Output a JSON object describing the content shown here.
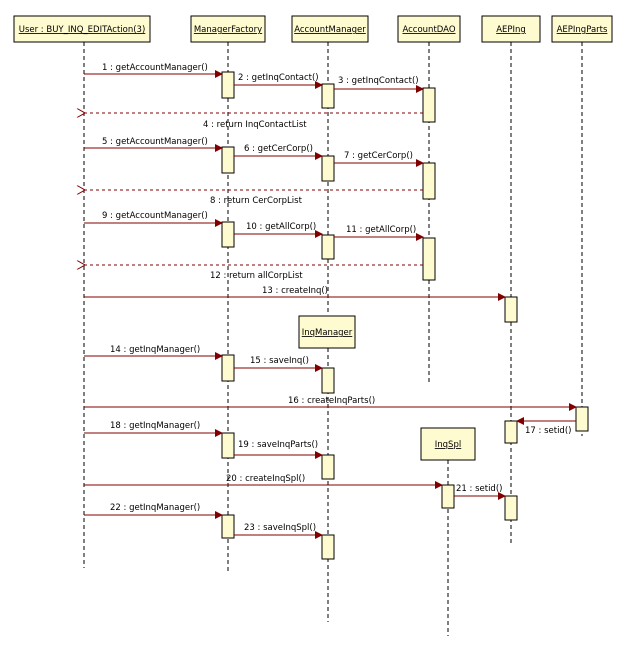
{
  "colors": {
    "box_fill": "#fffbd0",
    "box_stroke": "#000000",
    "call_line": "#800000",
    "return_line": "#800000",
    "lifeline": "#000000",
    "background": "#ffffff"
  },
  "participants": [
    {
      "id": "user",
      "label": "User : BUY_INQ_EDITAction(3)"
    },
    {
      "id": "mf",
      "label": "ManagerFactory"
    },
    {
      "id": "am",
      "label": "AccountManager"
    },
    {
      "id": "dao",
      "label": "AccountDAO"
    },
    {
      "id": "aeping",
      "label": "AEPIng"
    },
    {
      "id": "aepparts",
      "label": "AEPIngParts"
    },
    {
      "id": "inqmgr",
      "label": "InqManager"
    },
    {
      "id": "inqspl",
      "label": "InqSpl"
    }
  ],
  "messages": [
    {
      "id": "m1",
      "label": "1 : getAccountManager()",
      "kind": "call"
    },
    {
      "id": "m2",
      "label": "2 : getInqContact()",
      "kind": "call"
    },
    {
      "id": "m3",
      "label": "3 : getInqContact()",
      "kind": "call"
    },
    {
      "id": "m4",
      "label": "4 : return InqContactList",
      "kind": "return"
    },
    {
      "id": "m5",
      "label": "5 : getAccountManager()",
      "kind": "call"
    },
    {
      "id": "m6",
      "label": "6 : getCerCorp()",
      "kind": "call"
    },
    {
      "id": "m7",
      "label": "7 : getCerCorp()",
      "kind": "call"
    },
    {
      "id": "m8",
      "label": "8 : return CerCorpList",
      "kind": "return"
    },
    {
      "id": "m9",
      "label": "9 : getAccountManager()",
      "kind": "call"
    },
    {
      "id": "m10",
      "label": "10 : getAllCorp()",
      "kind": "call"
    },
    {
      "id": "m11",
      "label": "11 : getAllCorp()",
      "kind": "call"
    },
    {
      "id": "m12",
      "label": "12 : return allCorpList",
      "kind": "return"
    },
    {
      "id": "m13",
      "label": "13 : createInq()",
      "kind": "call"
    },
    {
      "id": "m14",
      "label": "14 : getInqManager()",
      "kind": "call"
    },
    {
      "id": "m15",
      "label": "15 : saveInq()",
      "kind": "call"
    },
    {
      "id": "m16",
      "label": "16 : createInqParts()",
      "kind": "call"
    },
    {
      "id": "m17",
      "label": "17 : setid()",
      "kind": "call"
    },
    {
      "id": "m18",
      "label": "18 : getInqManager()",
      "kind": "call"
    },
    {
      "id": "m19",
      "label": "19 : saveInqParts()",
      "kind": "call"
    },
    {
      "id": "m20",
      "label": "20 : createInqSpl()",
      "kind": "call"
    },
    {
      "id": "m21",
      "label": "21 : setid()",
      "kind": "call"
    },
    {
      "id": "m22",
      "label": "22 : getInqManager()",
      "kind": "call"
    },
    {
      "id": "m23",
      "label": "23 : saveInqSpl()",
      "kind": "call"
    }
  ]
}
